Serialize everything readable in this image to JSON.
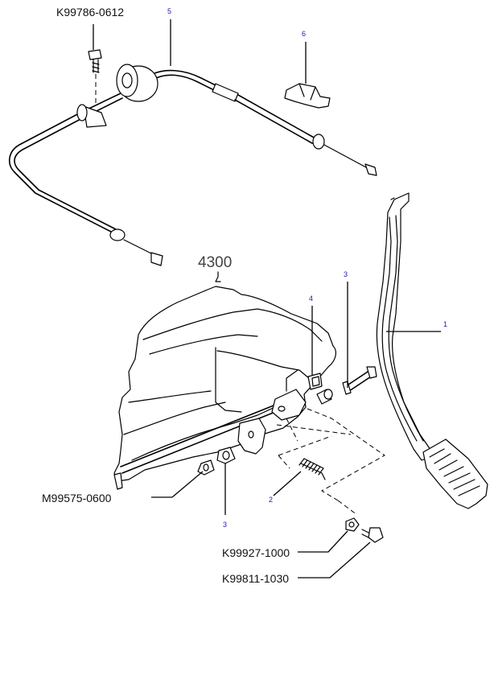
{
  "accent_color": "#1a1aa8",
  "group_number": "4300",
  "part_numbers": {
    "top_bolt": "K99786-0612",
    "nut_left": "M99575-0600",
    "nut_bottom": "K99927-1000",
    "bolt_bottom": "K99811-1030"
  },
  "callouts": {
    "c1": "1",
    "c2": "2",
    "c3_top": "3",
    "c3_bottom": "3",
    "c4": "4",
    "c5": "5",
    "c6": "6"
  }
}
